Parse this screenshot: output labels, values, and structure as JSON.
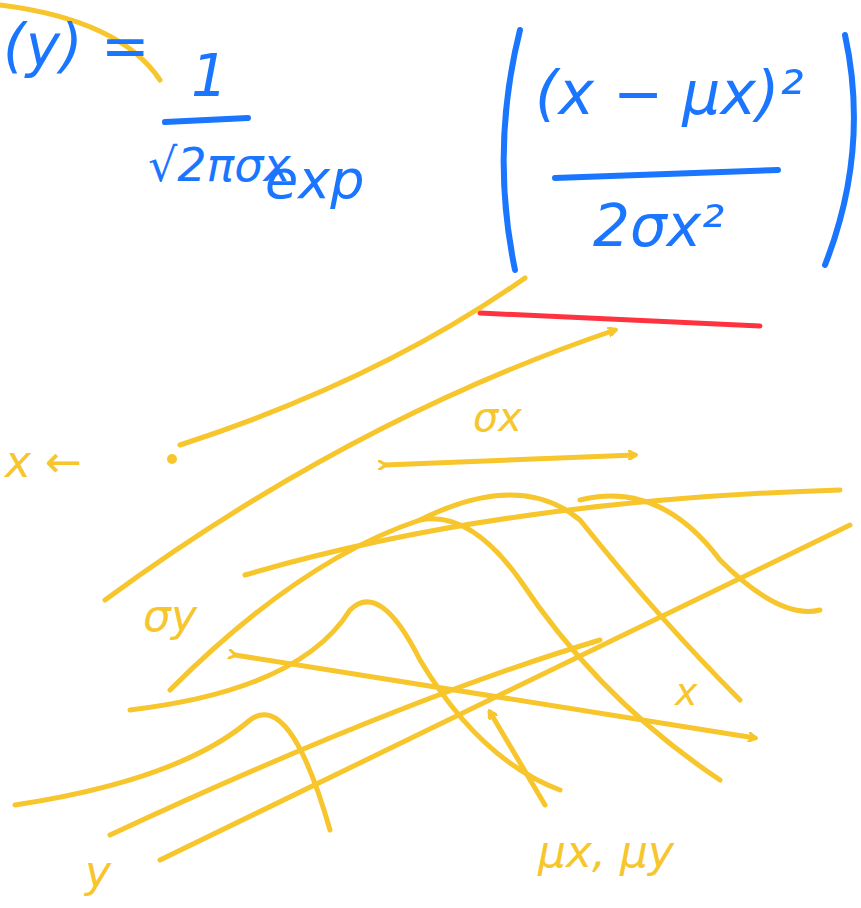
{
  "diagram": {
    "labels": [
      "(y) =",
      "1",
      "√2πσx",
      "exp",
      "(x − μx)²",
      "2σx²",
      "x ←",
      "σx",
      "σy",
      "x",
      "y",
      "μx, μy"
    ]
  }
}
